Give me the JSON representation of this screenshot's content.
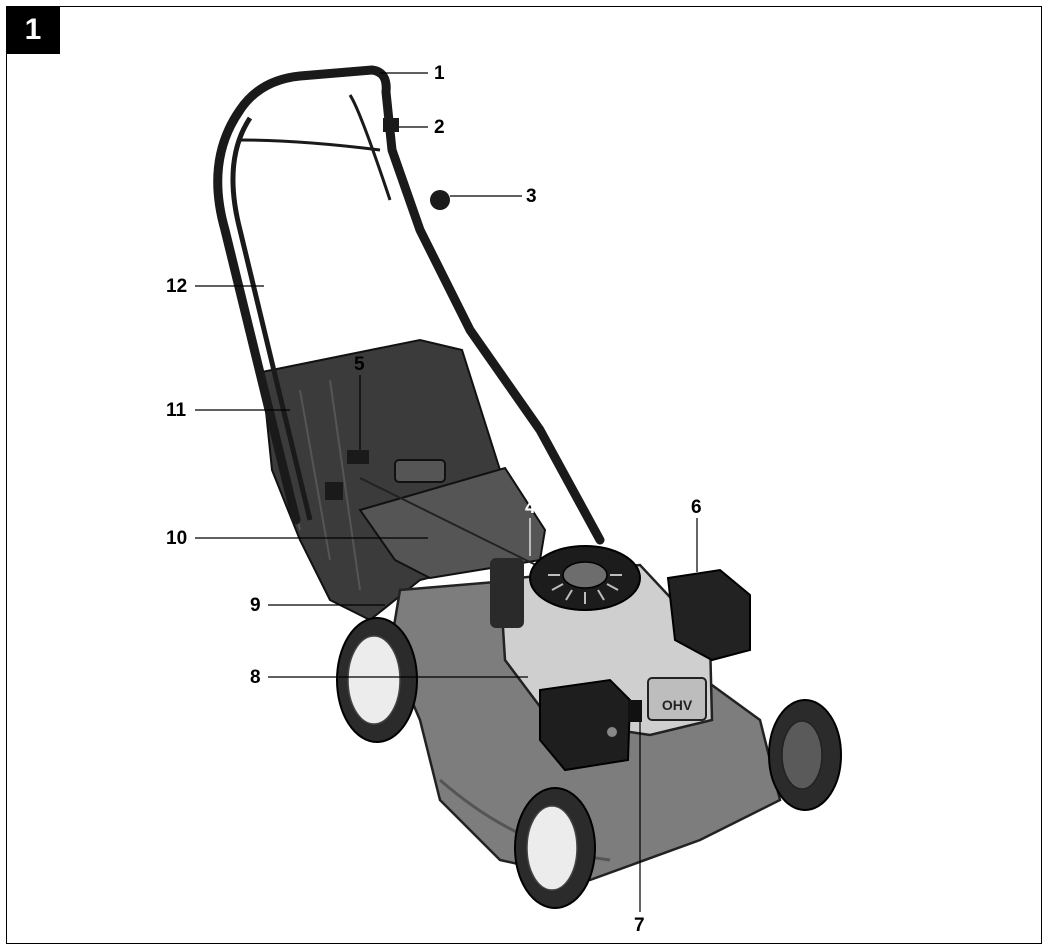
{
  "figure": {
    "number": "1"
  },
  "callouts": [
    {
      "id": "1",
      "label": "1"
    },
    {
      "id": "2",
      "label": "2"
    },
    {
      "id": "3",
      "label": "3"
    },
    {
      "id": "4",
      "label": "4"
    },
    {
      "id": "5",
      "label": "5"
    },
    {
      "id": "6",
      "label": "6"
    },
    {
      "id": "7",
      "label": "7"
    },
    {
      "id": "8",
      "label": "8"
    },
    {
      "id": "9",
      "label": "9"
    },
    {
      "id": "10",
      "label": "10"
    },
    {
      "id": "11",
      "label": "11"
    },
    {
      "id": "12",
      "label": "12"
    }
  ],
  "engine_badge": "OHV",
  "colors": {
    "deck": "#7d7d7d",
    "engine_cover": "#cfcfcf",
    "grass_bag": "#3a3a3a",
    "wheel_tyre": "#2b2b2b",
    "wheel_hub": "#ececec",
    "line": "#000000"
  }
}
